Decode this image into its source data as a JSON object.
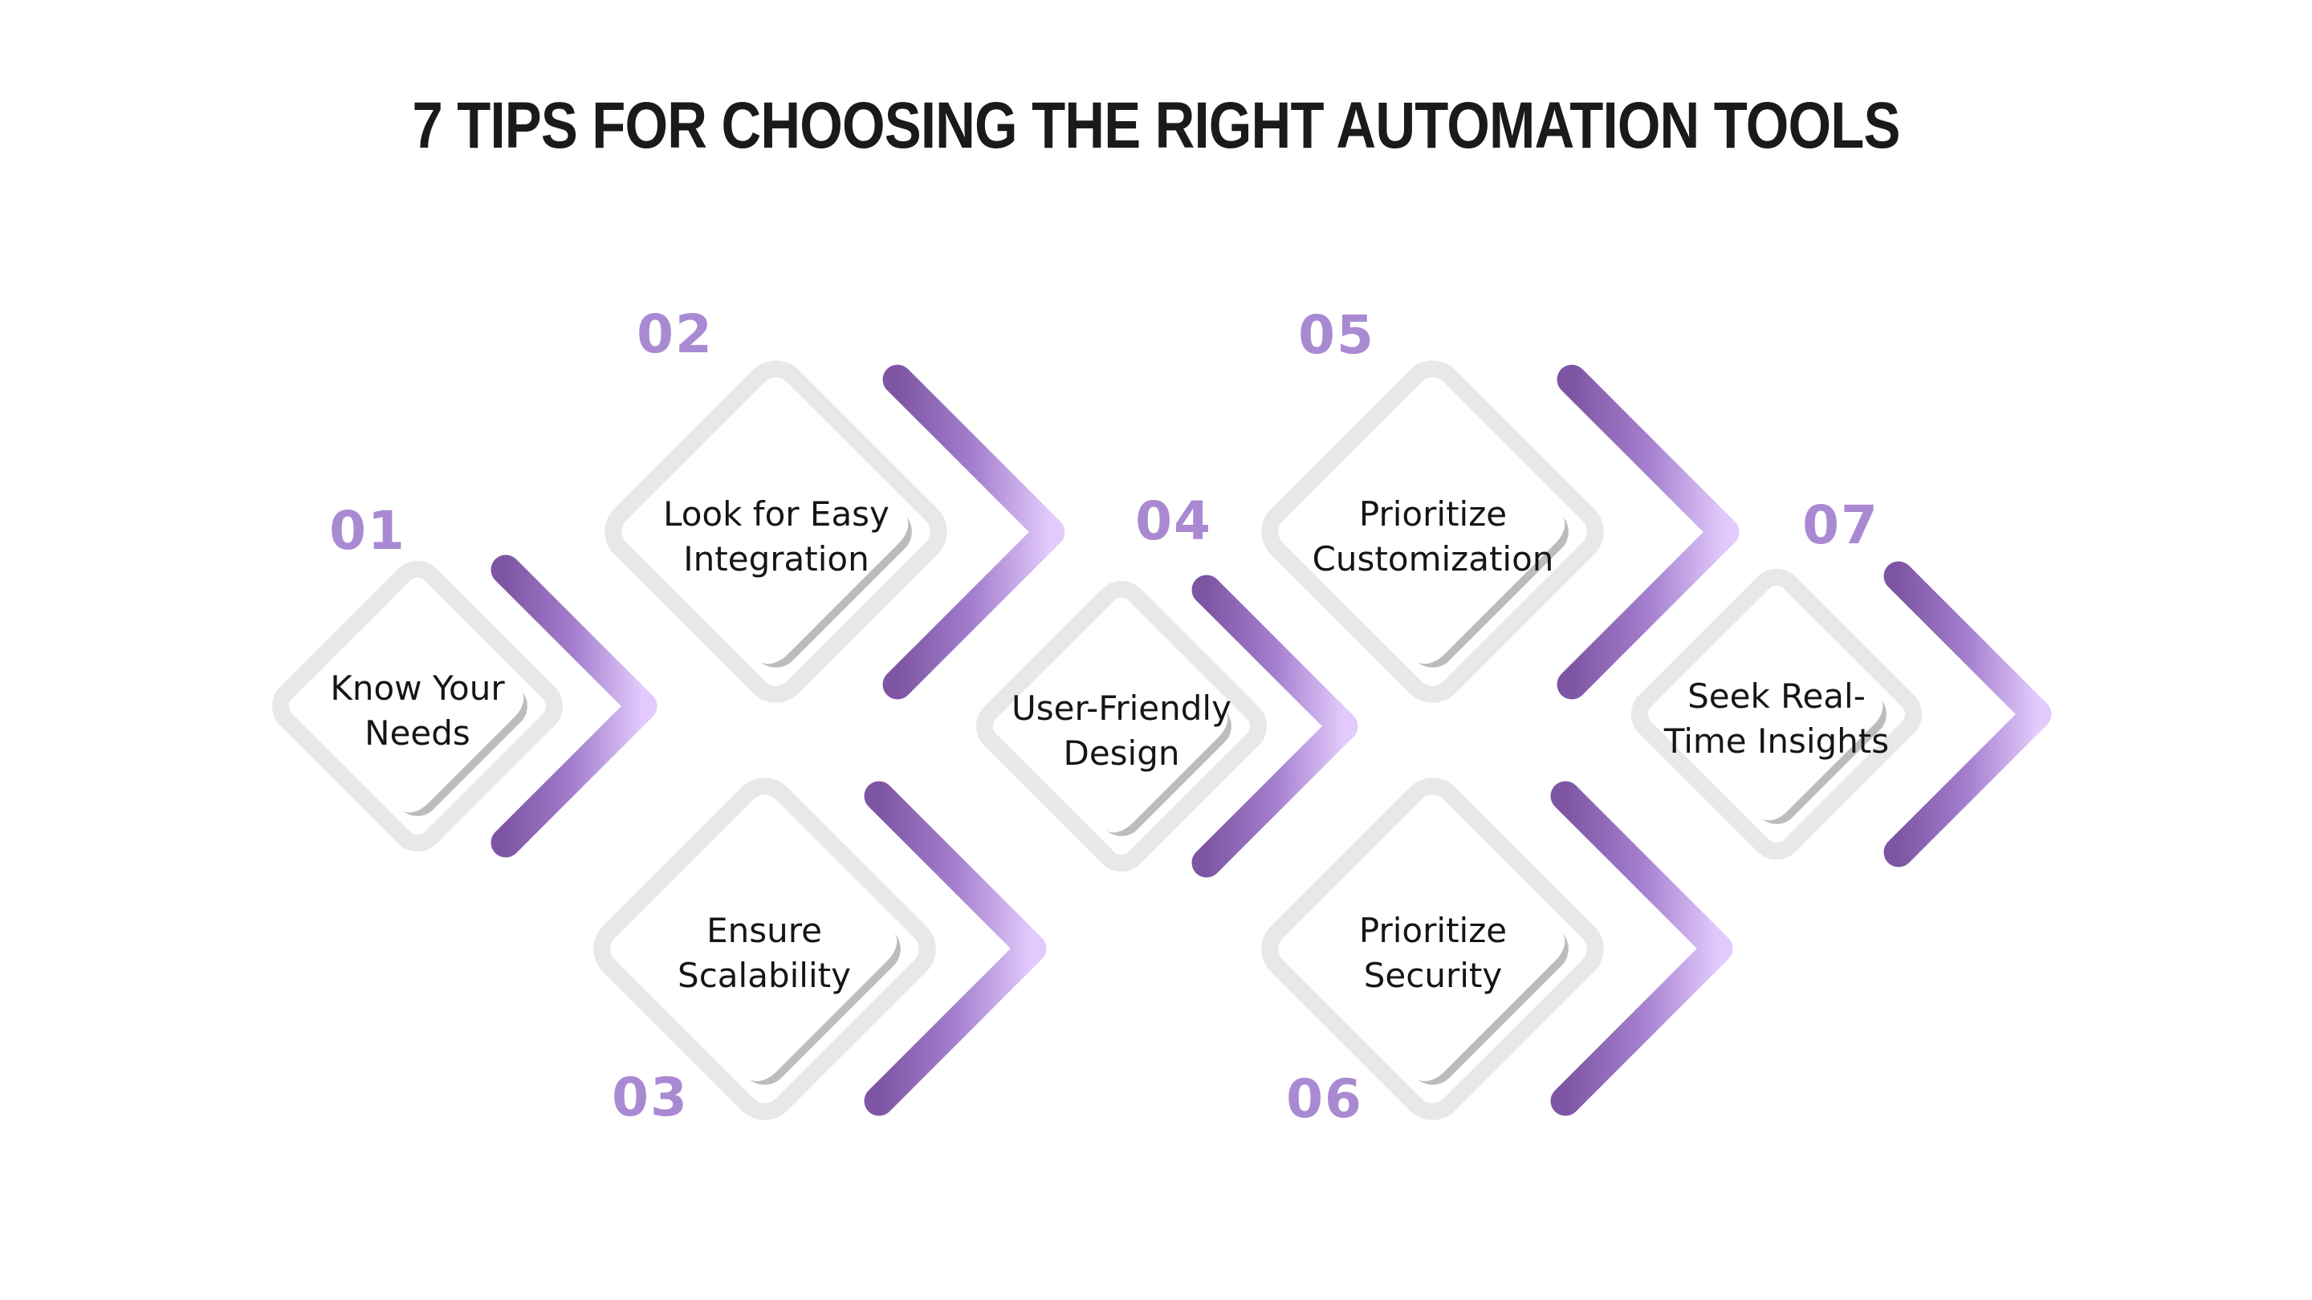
{
  "title": "7 TIPS FOR CHOOSING THE RIGHT AUTOMATION TOOLS",
  "tips": [
    {
      "number": "01",
      "line1": "Know Your",
      "line2": "Needs"
    },
    {
      "number": "02",
      "line1": "Look for Easy",
      "line2": "Integration"
    },
    {
      "number": "03",
      "line1": "Ensure",
      "line2": "Scalability"
    },
    {
      "number": "04",
      "line1": "User-Friendly",
      "line2": "Design"
    },
    {
      "number": "05",
      "line1": "Prioritize",
      "line2": "Customization"
    },
    {
      "number": "06",
      "line1": "Prioritize",
      "line2": "Security"
    },
    {
      "number": "07",
      "line1": "Seek Real-",
      "line2": "Time Insights"
    }
  ],
  "colors": {
    "background": "#ffffff",
    "title_text": "#1a1a1a",
    "tip_text": "#151515",
    "number_purple": "#a98ad2",
    "chevron_gradient_start": "#7d55a3",
    "chevron_gradient_mid": "#a47fce",
    "chevron_gradient_end": "#e3cafc",
    "diamond_border": "#e8e8e8",
    "diamond_shadow": "#bcbcbc"
  }
}
